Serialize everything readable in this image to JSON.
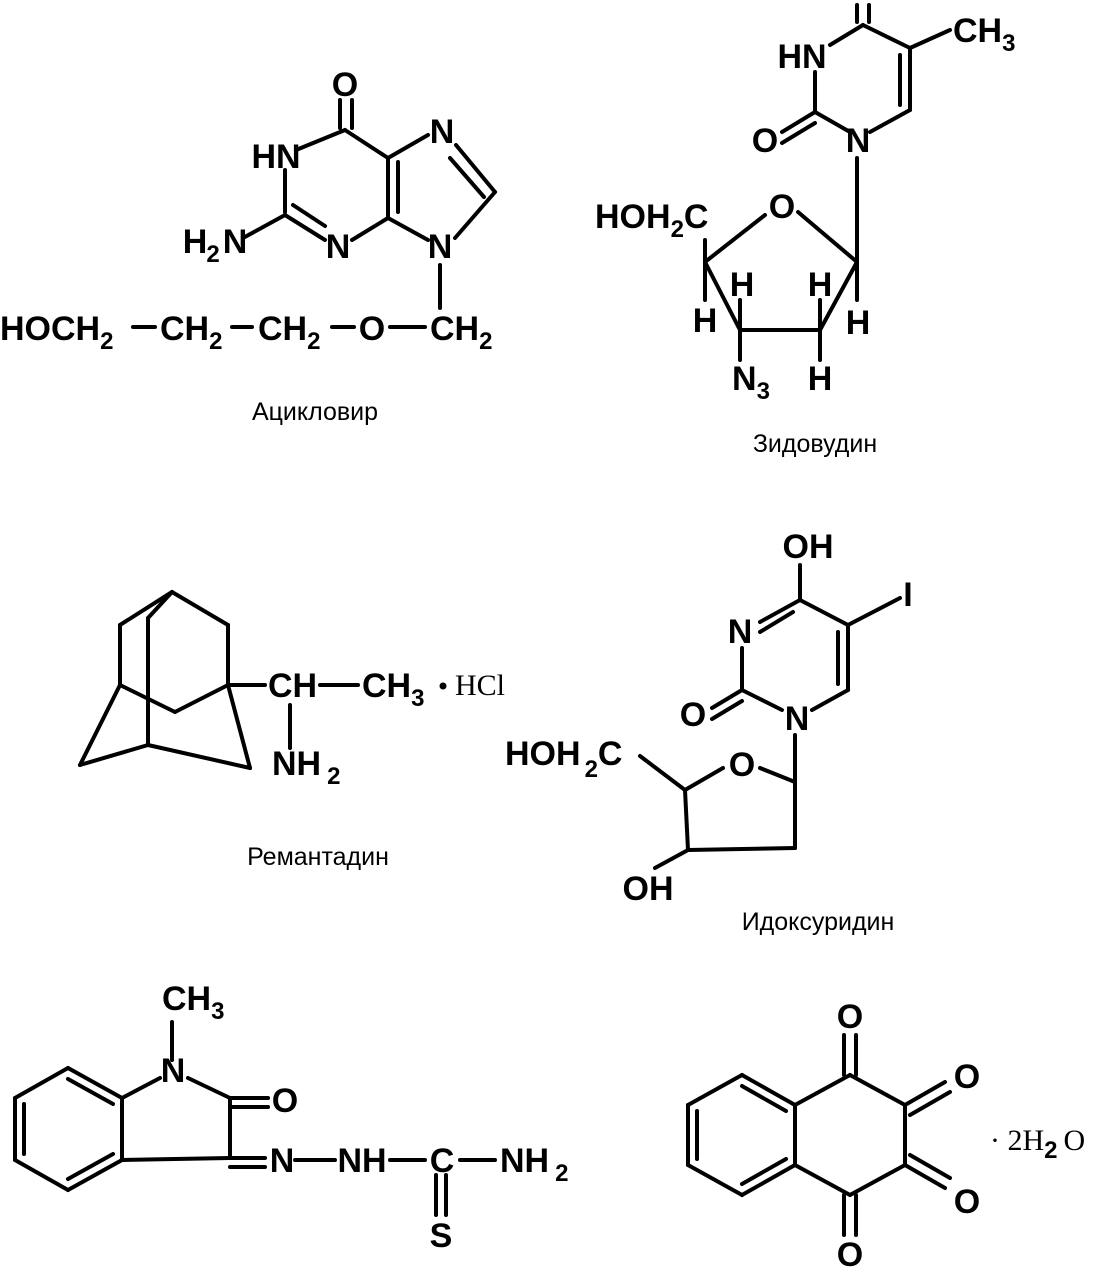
{
  "compounds": [
    {
      "name": "Ацикловир",
      "labels": {
        "o_top": "O",
        "hn": "HN",
        "n_right": "N",
        "h2": "H",
        "h2_sub": "2",
        "h2_n": "N",
        "n_bottom": "N",
        "n9": "N",
        "hoch2": "HOCH",
        "hoch2_sub": "2",
        "ch2a": "CH",
        "ch2a_sub": "2",
        "ch2b": "CH",
        "ch2b_sub": "2",
        "o_chain": "O",
        "ch2c": "CH",
        "ch2c_sub": "2"
      }
    },
    {
      "name": "Зидовудин",
      "labels": {
        "hn": "HN",
        "ch3": "CH",
        "ch3_sub": "3",
        "o_left": "O",
        "n1": "N",
        "hoh2c_a": "HOH",
        "hoh2c_sub": "2",
        "hoh2c_b": "C",
        "o_ring": "O",
        "h1": "H",
        "h2": "H",
        "h3": "H",
        "h4": "H",
        "h5": "H",
        "n3": "N",
        "n3_sub": "3"
      }
    },
    {
      "name": "Ремантадин",
      "labels": {
        "ch": "CH",
        "ch3": "CH",
        "ch3_sub": "3",
        "hcl": "HCl",
        "nh2": "NH",
        "nh2_sub": "2"
      }
    },
    {
      "name": "Идоксуридин",
      "labels": {
        "oh_top": "OH",
        "i": "I",
        "n3": "N",
        "o_left": "O",
        "n1": "N",
        "hoh2c_a": "HOH",
        "hoh2c_sub": "2",
        "hoh2c_b": "C",
        "o_ring": "O",
        "oh_bottom": "OH"
      }
    },
    {
      "name": "",
      "labels": {
        "ch3": "CH",
        "ch3_sub": "3",
        "n": "N",
        "o": "O",
        "n_hydrazone": "N",
        "nh": "NH",
        "c": "C",
        "nh2": "NH",
        "nh2_sub": "2",
        "s": "S"
      }
    },
    {
      "name": "",
      "labels": {
        "o1": "O",
        "o2": "O",
        "o3": "O",
        "o4": "O",
        "hydrate": "· 2H",
        "hydrate_sub": "2",
        "hydrate_o": "O"
      }
    }
  ]
}
